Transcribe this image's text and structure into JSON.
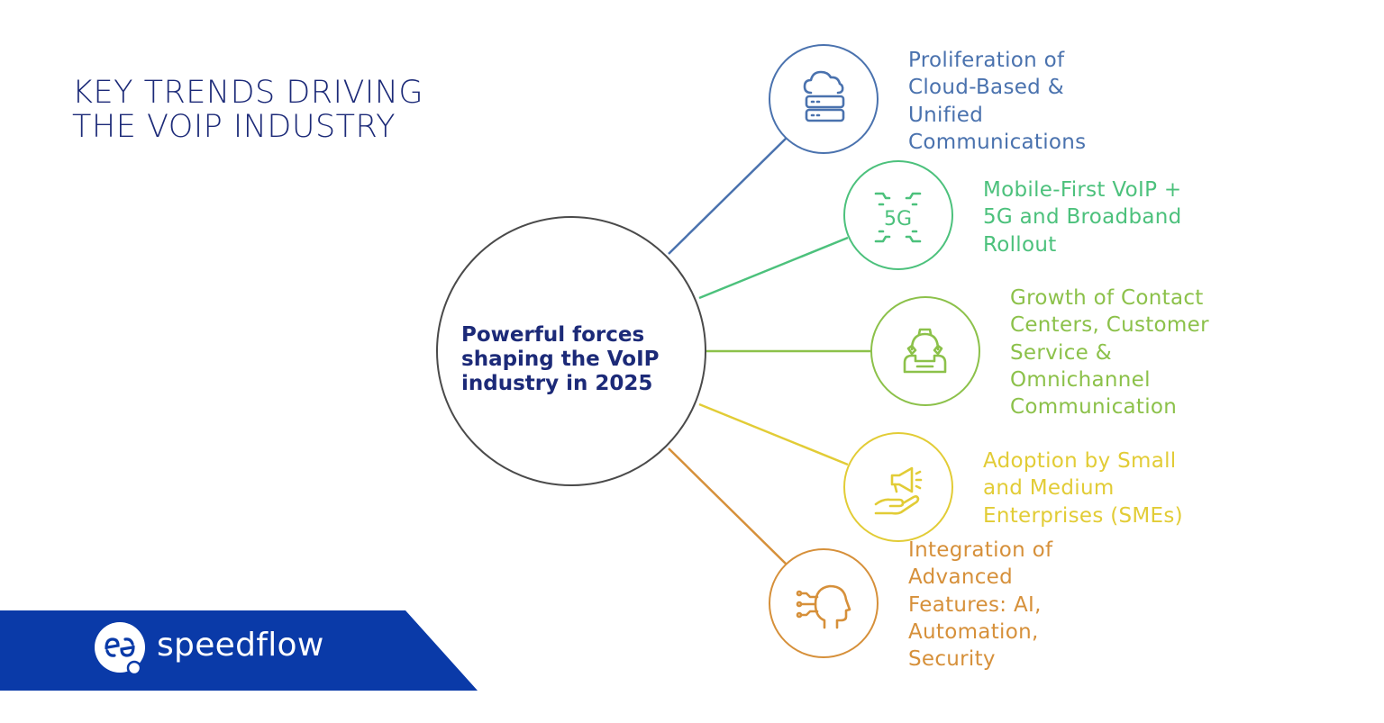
{
  "headline": {
    "line1": "KEY TRENDS DRIVING",
    "line2": "THE VOIP INDUSTRY"
  },
  "hub": {
    "lines": [
      "Powerful forces",
      "shaping the VoIP",
      "industry in 2025"
    ]
  },
  "trends": [
    {
      "icon": "cloud-server-icon",
      "color": "#4a72ae",
      "lines": [
        "Proliferation of",
        "Cloud-Based &",
        "Unified",
        "Communications"
      ]
    },
    {
      "icon": "5g-icon",
      "color": "#4cc17c",
      "icon_text": "5G",
      "lines": [
        "Mobile-First VoIP +",
        "5G and Broadband",
        "Rollout"
      ]
    },
    {
      "icon": "headset-phone-icon",
      "color": "#8cc14a",
      "lines": [
        "Growth of Contact",
        "Centers, Customer",
        "Service &",
        "Omnichannel",
        "Communication"
      ]
    },
    {
      "icon": "megaphone-hand-icon",
      "color": "#e2cc36",
      "lines": [
        "Adoption by Small",
        "and Medium",
        "Enterprises (SMEs)"
      ]
    },
    {
      "icon": "ai-head-icon",
      "color": "#d6903a",
      "lines": [
        "Integration of",
        "Advanced",
        "Features: AI,",
        "Automation,",
        "Security"
      ]
    }
  ],
  "brand": {
    "name": "speedflow",
    "bar_color": "#0a3aa8"
  }
}
